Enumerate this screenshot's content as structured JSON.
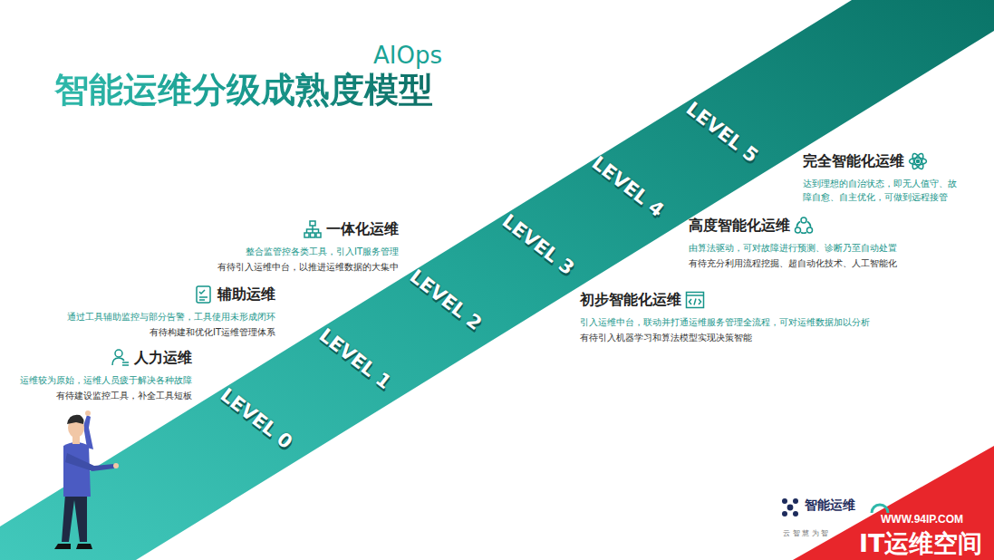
{
  "diagram": {
    "title": "智能运维分级成熟度模型",
    "nodes": [
      {
        "text": [
          "人力运维",
          "运维较为原始，运维人员疲于解决各种故障",
          "有待建设监控工具，补全工具短板"
        ]
      },
      {
        "text": [
          "辅助运维",
          "通过工具辅助监控与部分告警，工具使用未形成闭环",
          "有待构建和优化IT运维管理体系"
        ]
      },
      {
        "text": [
          "一体化运维",
          "整合监管控各类工具，引入IT服务管理",
          "有待引入运维中台，以推进运维数据的大集中"
        ]
      },
      {
        "text": [
          "初步智能化运维",
          "引入运维中台，联动并打通运维服务管理全流程，可对运维数据加以分析",
          "有待引入机器学习和算法模型实现决策智能"
        ]
      },
      {
        "text": [
          "高度智能化运维",
          "由算法驱动，可对故障进行预测、诊断乃至自动处置",
          "有待充分利用流程挖掘、超自动化技术、人工智能化"
        ]
      },
      {
        "text": [
          "完全智能化运维",
          "达到理想的自治状态，即无人值守、故障自愈、自主优化，可做到远程接管"
        ]
      }
    ],
    "labels": [
      "AIOps",
      "LEVEL 0",
      "LEVEL 1",
      "LEVEL 2",
      "LEVEL 3",
      "LEVEL 4",
      "LEVEL 5",
      "智能运维",
      "云 智 慧 为 智",
      "WWW.94IP.COM",
      "IT运维空间"
    ]
  }
}
